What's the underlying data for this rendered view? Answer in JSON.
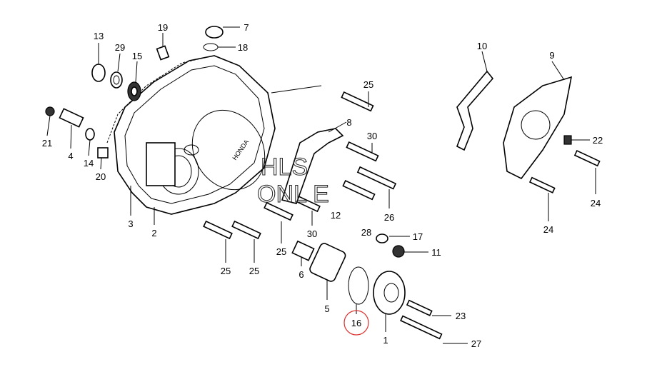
{
  "diagram": {
    "labels": {
      "p13": "13",
      "p29": "29",
      "p15": "15",
      "p19": "19",
      "p7": "7",
      "p18": "18",
      "p21": "21",
      "p4": "4",
      "p14": "14",
      "p20": "20",
      "p3": "3",
      "p2": "2",
      "p25a": "25",
      "p25b": "25",
      "p25c": "25",
      "p25d": "25",
      "p6": "6",
      "p5": "5",
      "p16": "16",
      "p1": "1",
      "p27": "27",
      "p23": "23",
      "p11": "11",
      "p17": "17",
      "p28": "28",
      "p12": "12",
      "p30a": "30",
      "p30b": "30",
      "p26": "26",
      "p8": "8",
      "p10": "10",
      "p9": "9",
      "p22": "22",
      "p24a": "24",
      "p24b": "24"
    },
    "cover_brand": "HONDA",
    "watermark": {
      "line1": "HLS",
      "line2": "ONL  E"
    },
    "highlight_color": "#d9302c"
  }
}
